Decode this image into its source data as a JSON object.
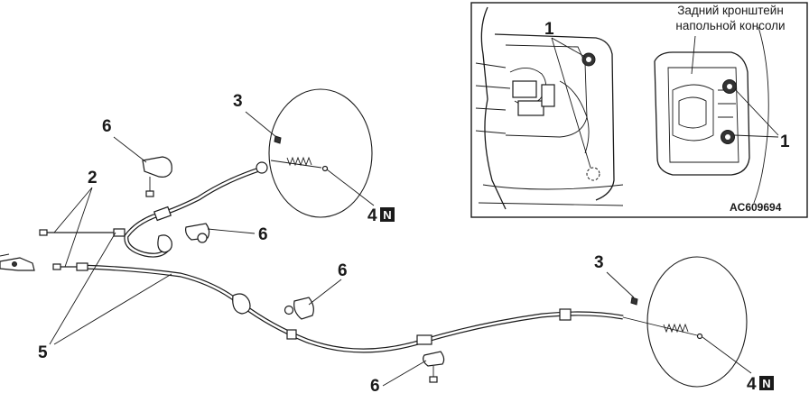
{
  "callouts": {
    "c1_top": "1",
    "c1_right": "1",
    "c2": "2",
    "c3_left": "3",
    "c3_right": "3",
    "c4_left": "4",
    "c4_right": "4",
    "c5": "5",
    "c6_top": "6",
    "c6_mid": "6",
    "c6_center": "6",
    "c6_bottom": "6",
    "badge_left": "N",
    "badge_right": "N"
  },
  "inset": {
    "caption_line1": "Задний кронштейн",
    "caption_line2": "напольной консоли",
    "figure_code": "AC609694"
  }
}
